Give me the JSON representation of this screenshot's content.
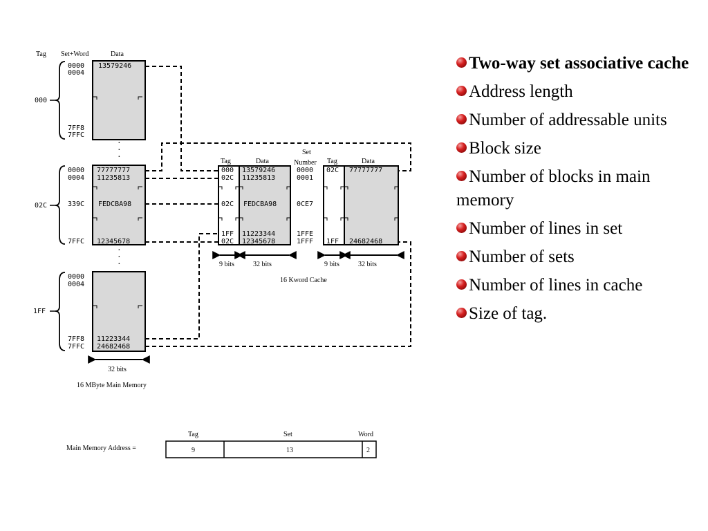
{
  "slide": {
    "bullets": [
      "Two-way set associative cache",
      "Address length",
      "Number of addressable units",
      "Block size",
      "Number of blocks in main memory",
      "Number of lines in set",
      "Number of sets",
      "Number of lines in cache",
      "Size of tag."
    ],
    "bullet_icon": "red-sphere-bullet-icon",
    "bullet_color": "#c00000"
  },
  "main_memory": {
    "header_tag": "Tag",
    "header_setword": "Set+Word",
    "header_data": "Data",
    "caption": "16 MByte Main Memory",
    "width_label": "32 bits",
    "blocks": [
      {
        "tag": "000",
        "addr_top1": "0000",
        "addr_top2": "0004",
        "data_top": "13579246",
        "addr_mid": "",
        "data_mid": "",
        "addr_bot1": "7FF8",
        "addr_bot2": "7FFC",
        "data_bot1": "",
        "data_bot2": ""
      },
      {
        "tag": "02C",
        "addr_top1": "0000",
        "addr_top2": "0004",
        "data_top": "77777777",
        "data_top2": "11235813",
        "addr_mid": "339C",
        "data_mid": "FEDCBA98",
        "addr_bot1": "",
        "addr_bot2": "7FFC",
        "data_bot1": "",
        "data_bot2": "12345678"
      },
      {
        "tag": "1FF",
        "addr_top1": "0000",
        "addr_top2": "0004",
        "data_top": "",
        "addr_mid": "",
        "data_mid": "",
        "addr_bot1": "7FF8",
        "addr_bot2": "7FFC",
        "data_bot1": "11223344",
        "data_bot2": "24682468"
      }
    ]
  },
  "cache": {
    "caption": "16 Kword Cache",
    "header_tag1": "Tag",
    "header_data1": "Data",
    "header_set1": "Set",
    "header_set2": "Number",
    "header_tag2": "Tag",
    "header_data2": "Data",
    "tag_bits": "9 bits",
    "data_bits": "32 bits",
    "rows": [
      {
        "tag1": "000",
        "data1": "13579246",
        "set": "0000",
        "tag2": "02C",
        "data2": "77777777"
      },
      {
        "tag1": "02C",
        "data1": "11235813",
        "set": "0001",
        "tag2": "",
        "data2": ""
      },
      {
        "tag1": "02C",
        "data1": "FEDCBA98",
        "set": "0CE7",
        "tag2": "",
        "data2": ""
      },
      {
        "tag1": "1FF",
        "data1": "11223344",
        "set": "1FFE",
        "tag2": "",
        "data2": ""
      },
      {
        "tag1": "02C",
        "data1": "12345678",
        "set": "1FFF",
        "tag2": "1FF",
        "data2": "24682468"
      }
    ]
  },
  "address": {
    "label": "Main Memory Address =",
    "fields": [
      {
        "name": "Tag",
        "value": "9"
      },
      {
        "name": "Set",
        "value": "13"
      },
      {
        "name": "Word",
        "value": "2"
      }
    ]
  }
}
